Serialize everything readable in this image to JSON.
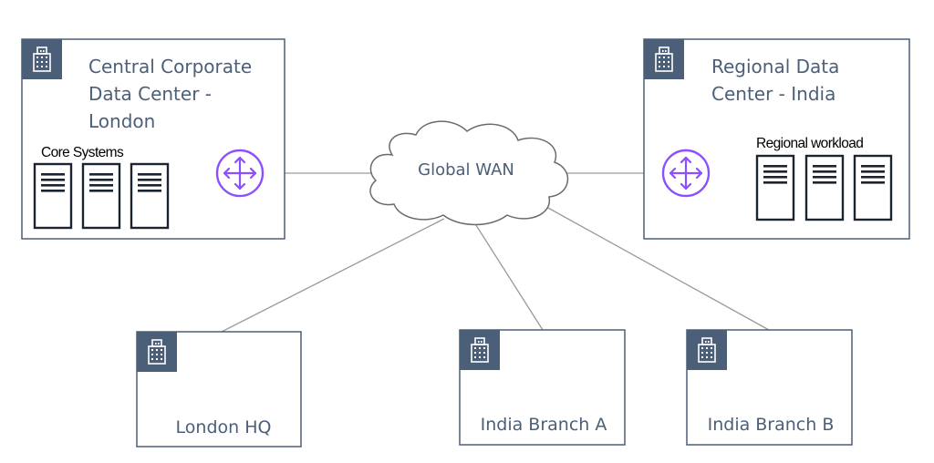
{
  "sites": {
    "london_dc": {
      "title_lines": [
        "Central Corporate",
        "Data Center -",
        "London"
      ],
      "group_label": "Core Systems"
    },
    "india_dc": {
      "title_lines": [
        "Regional Data",
        "Center - India"
      ],
      "group_label": "Regional workload"
    },
    "london_hq": {
      "label": "London HQ"
    },
    "india_branch_a": {
      "label": "India Branch A"
    },
    "india_branch_b": {
      "label": "India Branch B"
    }
  },
  "network": {
    "label": "Global WAN"
  },
  "colors": {
    "site_border": "#4c5f79",
    "site_icon_bg": "#4c5f79",
    "router": "#8c4fff",
    "server": "#1b2431",
    "link": "#9a9a9a",
    "cloud_border": "#6b6b6b"
  },
  "icons": {
    "site": "office-building-icon",
    "router": "router-icon",
    "server": "server-icon",
    "network": "cloud-icon"
  }
}
